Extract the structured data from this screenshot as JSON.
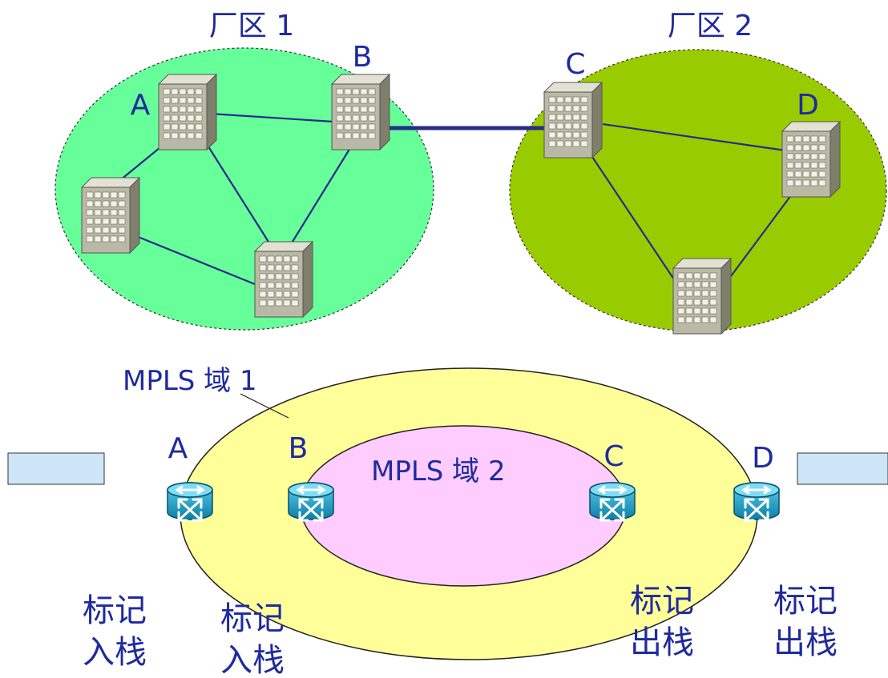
{
  "top": {
    "zone1": {
      "title": "厂区 1",
      "fill": "#66ff99"
    },
    "zone2": {
      "title": "厂区 2",
      "fill": "#99cc00"
    },
    "nodes": {
      "a": "A",
      "b": "B",
      "c": "C",
      "d": "D"
    }
  },
  "bottom": {
    "domain1": {
      "label": "MPLS 域 1",
      "fill": "#ffff99"
    },
    "domain2": {
      "label": "MPLS 域 2",
      "fill": "#ffccff"
    },
    "routers": {
      "a": "A",
      "b": "B",
      "c": "C",
      "d": "D"
    },
    "notes": {
      "a": [
        "标记",
        "入栈"
      ],
      "b": [
        "标记",
        "入栈"
      ],
      "c": [
        "标记",
        "出栈"
      ],
      "d": [
        "标记",
        "出栈"
      ]
    }
  },
  "colors": {
    "label": "#1f2a9e",
    "link": "#2a2a8a",
    "router": "#1a9bbf",
    "box": "#cde6f7"
  },
  "icons": {
    "building": "office-building-icon",
    "router": "router-icon"
  }
}
